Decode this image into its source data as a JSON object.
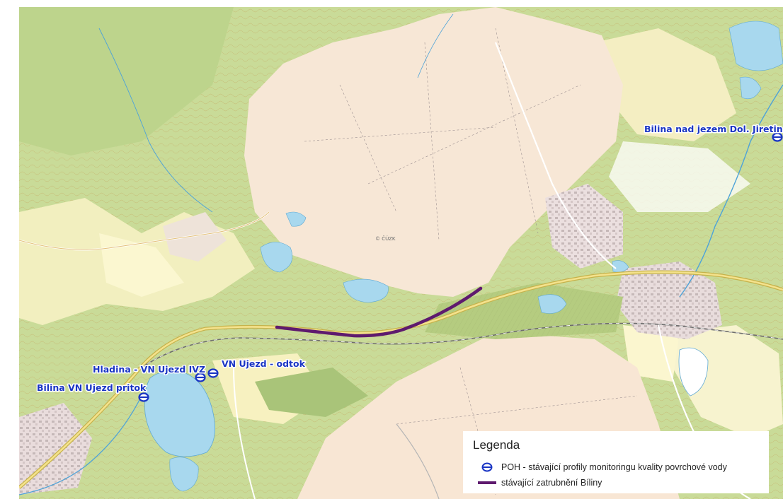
{
  "map": {
    "station_labels": {
      "bilina_dol_jiretin": "Bilina nad jezem Dol. Jiretin",
      "hladina_ivz": "Hladina - VN Ujezd IVZ",
      "vn_ujezd_odtok": "VN Ujezd - odtok",
      "bilina_vn_pritok": "Bilina VN Ujezd pritok"
    },
    "watermark": "© ČÚZK",
    "symbol_color": "#1a35c4",
    "pipe_color": "#5e1a6e"
  },
  "legend": {
    "title": "Legenda",
    "items": [
      {
        "label": "POH - stávající profily monitoringu kvality povrchové vody",
        "symbol": "station-circle-icon"
      },
      {
        "label": "stávající zatrubnění Bíliny",
        "symbol": "purple-line-icon"
      }
    ]
  }
}
